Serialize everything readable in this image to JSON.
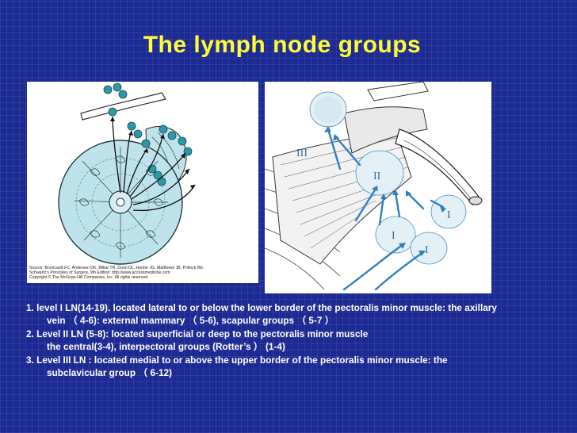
{
  "slide": {
    "title": "The lymph node groups"
  },
  "figure_left": {
    "caption_line1": "Source: Brunicardi FC, Andersen DK, Billiar TR, Dunn DL, Hunter JG, Matthews JB, Pollock RE:",
    "caption_line2": "Schwartz's Principles of Surgery, 9th Edition: http://www.accessmedicine.com",
    "caption_line3": "Copyright © The McGraw-Hill Companies, Inc. All rights reserved."
  },
  "figure_right": {
    "label_level_3": "III",
    "label_level_2": "II",
    "label_level_1a": "I",
    "label_level_1b": "I",
    "label_level_1c": "I"
  },
  "notes": {
    "item1_line1": "1. level I LN(14-19). located lateral to or below the lower border of the pectoralis minor muscle: the axillary",
    "item1_line2": "vein （ 4-6): external mammary （ 5-6), scapular groups （ 5-7 ）",
    "item2_line1": "2. Level II LN (5-8): located superficial or deep to the pectoralis minor muscle",
    "item2_line2": "the central(3-4), interpectoral groups (Rotter’s ） (1-4)",
    "item3_line1": "3. Level III LN : located medial to or above the upper border of the pectoralis minor muscle: the",
    "item3_line2": "subclavicular group （ 6-12)"
  }
}
